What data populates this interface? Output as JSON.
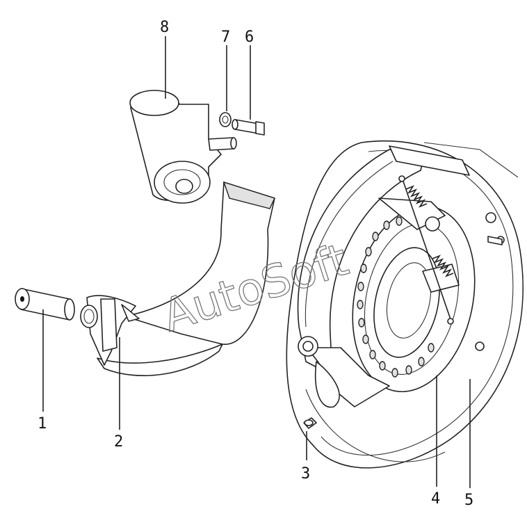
{
  "diagram": {
    "watermark": "AutoSoft",
    "callouts": {
      "p1": "1",
      "p2": "2",
      "p3": "3",
      "p4": "4",
      "p5": "5",
      "p6": "6",
      "p7": "7",
      "p8": "8"
    }
  },
  "colors": {
    "line": "#222222",
    "background": "#ffffff"
  }
}
